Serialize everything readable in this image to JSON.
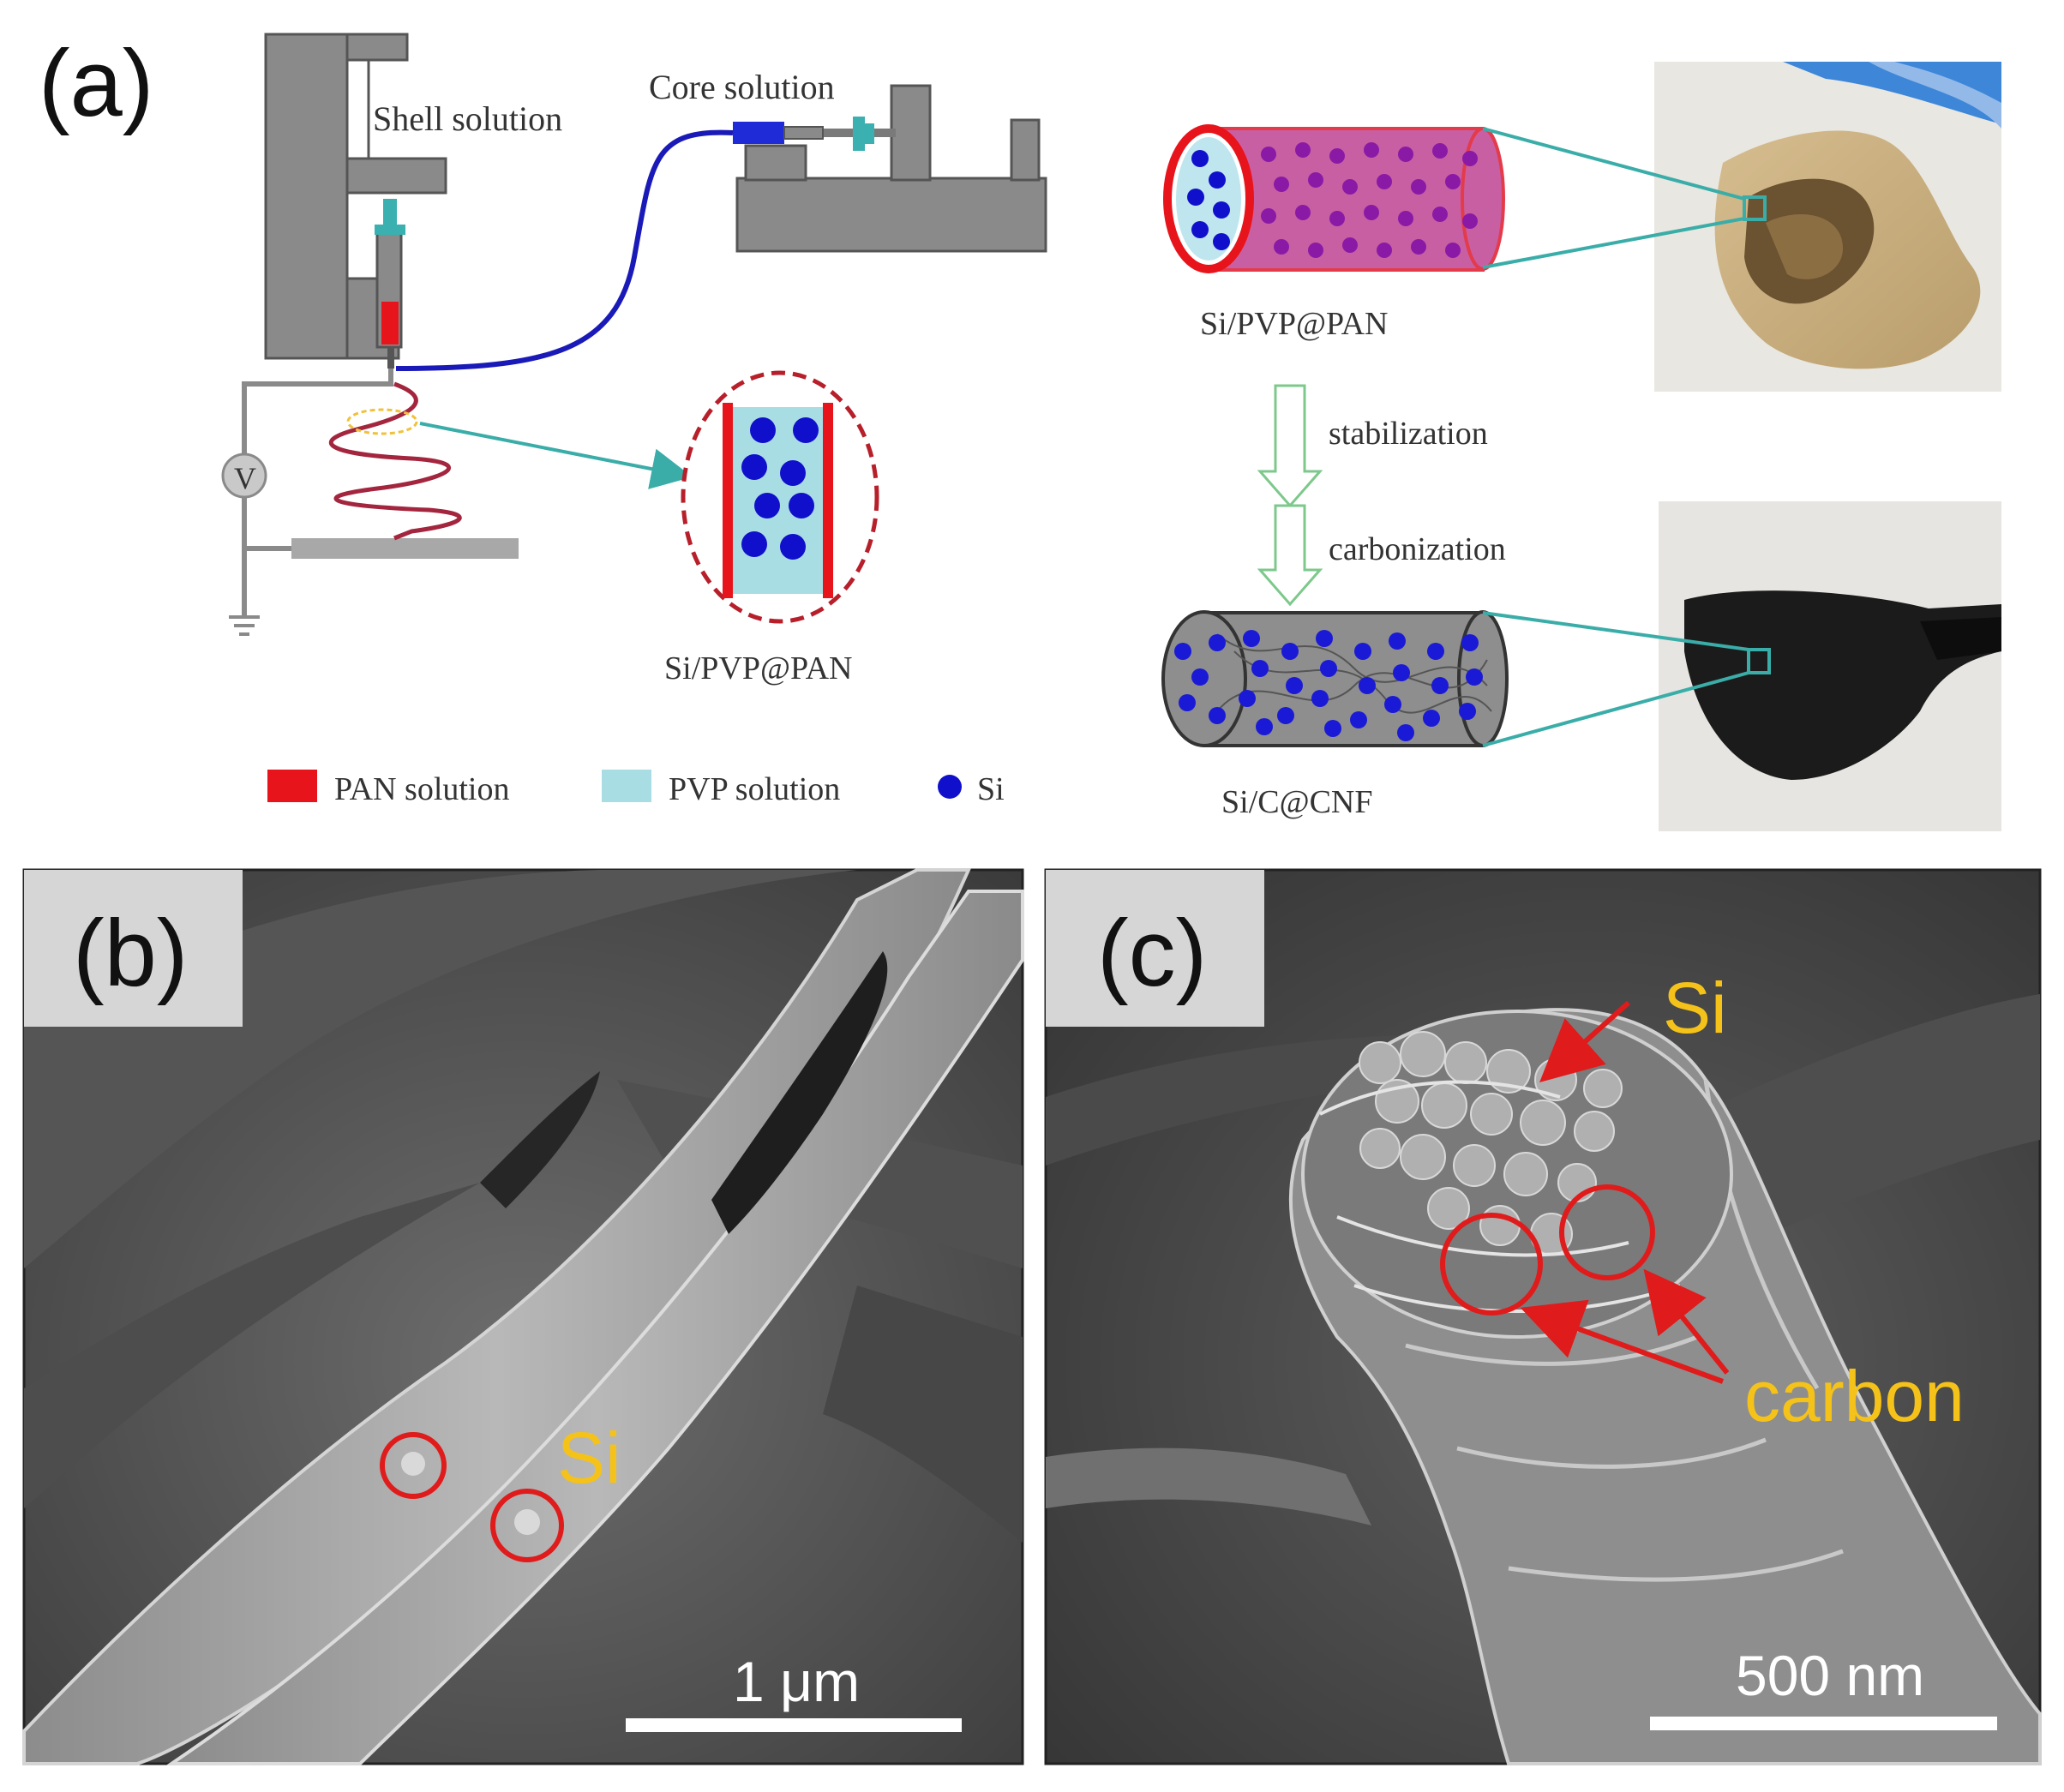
{
  "panel_a": {
    "label": "(a)",
    "shell_solution": "Shell solution",
    "core_solution": "Core solution",
    "voltage": "V",
    "fiber_cross_section_label": "Si/PVP@PAN",
    "fiber_top_label": "Si/PVP@PAN",
    "step1": "stabilization",
    "step2": "carbonization",
    "fiber_bottom_label": "Si/C@CNF",
    "legend": [
      {
        "label": "PAN solution",
        "color": "#e8141c"
      },
      {
        "label": "PVP solution",
        "color": "#a9dde4"
      },
      {
        "label": "Si",
        "color": "#1010cc"
      }
    ]
  },
  "panel_b": {
    "label": "(b)",
    "annotation": "Si",
    "scale_bar": "1 μm"
  },
  "panel_c": {
    "label": "(c)",
    "annotation_si": "Si",
    "annotation_carbon": "carbon",
    "scale_bar": "500 nm"
  },
  "colors": {
    "annotation_yellow": "#f5c21a",
    "annotation_red": "#e01b1b",
    "cyan_line": "#3aada8",
    "tube_blue": "#1a1ab8"
  }
}
